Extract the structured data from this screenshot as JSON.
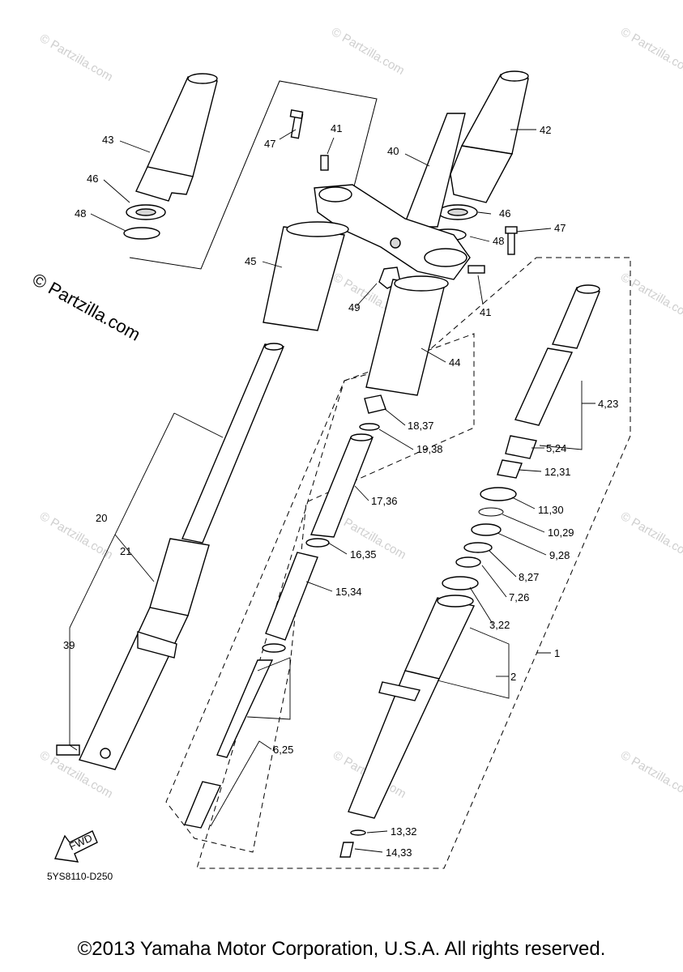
{
  "watermark": "© Partzilla.com",
  "brand_watermark": "© Partzilla.com",
  "diagram_code": "5YS8110-D250",
  "copyright": "©2013 Yamaha Motor Corporation, U.S.A. All rights reserved.",
  "fwd_label": "FWD",
  "callouts": {
    "c43": "43",
    "c42": "42",
    "c41a": "41",
    "c41b": "41",
    "c47a": "47",
    "c47b": "47",
    "c40": "40",
    "c46a": "46",
    "c46b": "46",
    "c48a": "48",
    "c48b": "48",
    "c45": "45",
    "c49": "49",
    "c44": "44",
    "c4_23": "4,23",
    "c18_37": "18,37",
    "c19_38": "19,38",
    "c5_24": "5,24",
    "c12_31": "12,31",
    "c17_36": "17,36",
    "c11_30": "11,30",
    "c10_29": "10,29",
    "c20": "20",
    "c21": "21",
    "c16_35": "16,35",
    "c9_28": "9,28",
    "c15_34": "15,34",
    "c8_27": "8,27",
    "c7_26": "7,26",
    "c3_22": "3,22",
    "c39": "39",
    "c1": "1",
    "c2": "2",
    "c6_25": "6,25",
    "c13_32": "13,32",
    "c14_33": "14,33"
  },
  "colors": {
    "line": "#000000",
    "shade": "#d7d7d7",
    "watermark": "#cfcfcf"
  }
}
